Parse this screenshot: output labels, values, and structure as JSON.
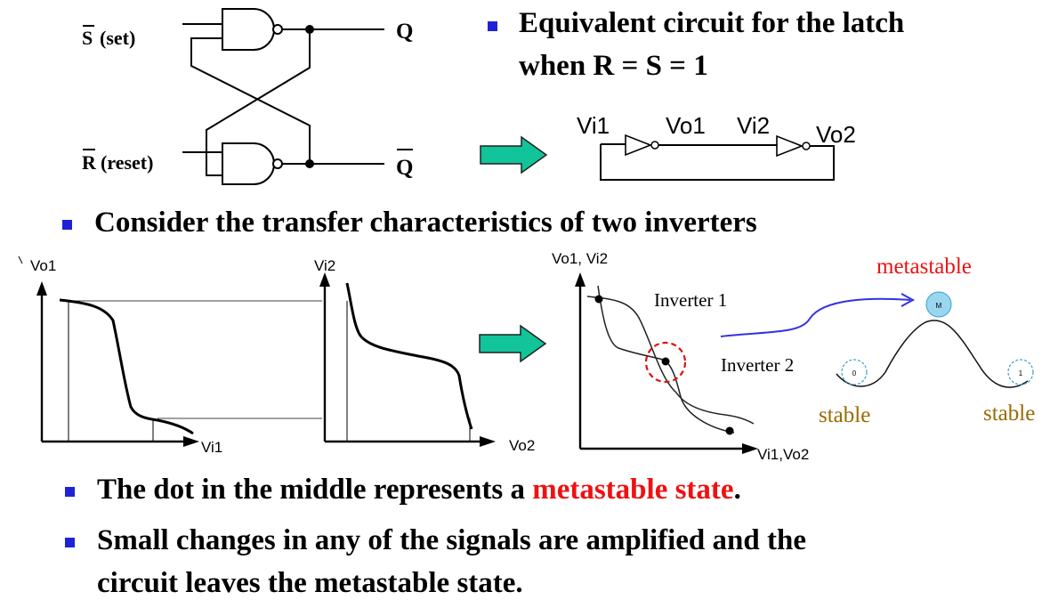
{
  "latch": {
    "set_bar": "S",
    "set_label": "(set)",
    "reset_bar": "R",
    "reset_label": "(reset)",
    "q_label": "Q",
    "qbar_label": "Q"
  },
  "top_bullet": {
    "line1": "Equivalent circuit for the latch",
    "line2": "when R = S = 1"
  },
  "equiv_circuit": {
    "vi1": "Vi1",
    "vo1": "Vo1",
    "vi2": "Vi2",
    "vo2": "Vo2"
  },
  "middle_bullet": "Consider the transfer characteristics of two inverters",
  "plot1": {
    "ylabel": "Vo1",
    "xlabel": "Vi1"
  },
  "plot2": {
    "ylabel": "Vi2",
    "xlabel": "Vo2"
  },
  "plot3": {
    "ylabel": "Vo1, Vi2",
    "xlabel": "Vi1,Vo2",
    "curve1_label": "Inverter 1",
    "curve2_label": "Inverter 2"
  },
  "ball_diagram": {
    "metastable_label": "metastable",
    "stable_left": "stable",
    "stable_right": "stable",
    "ball_m": "M",
    "ball_0": "0",
    "ball_1": "1"
  },
  "bottom_bullets": [
    {
      "prefix": "The dot in the middle represents a ",
      "highlight": "metastable state",
      "suffix": "."
    },
    {
      "line1": "Small changes in any of the signals are amplified and the",
      "line2": "circuit leaves the metastable state."
    }
  ],
  "colors": {
    "bullet": "#1f22d6",
    "arrow_fill": "#11c49a",
    "highlight_red": "#ee1111",
    "stable_gold": "#9a6a00",
    "ball_blue": "#9ad6f0",
    "curve_arrow": "#3333dd"
  }
}
